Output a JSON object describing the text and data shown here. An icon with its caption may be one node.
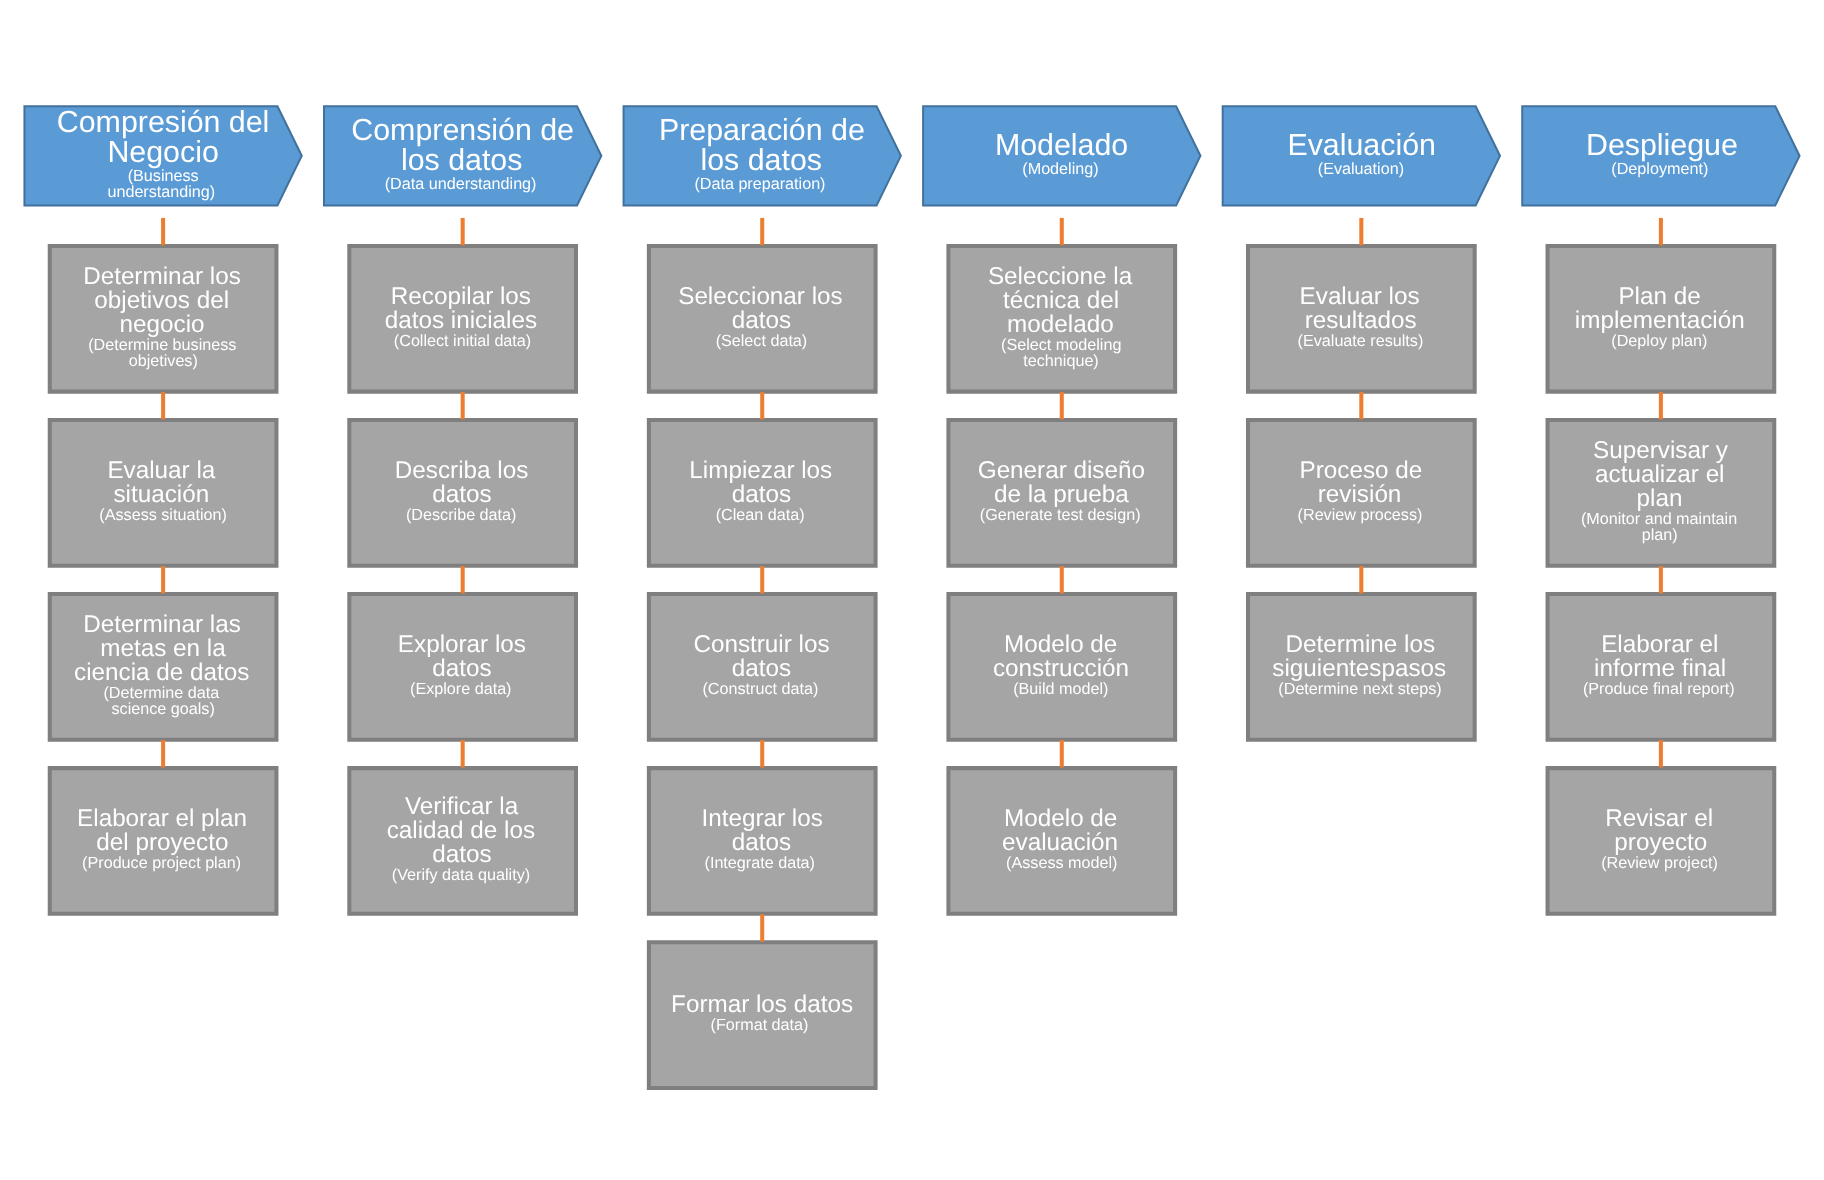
{
  "diagram": {
    "nodes": [
      {
        "text": [
          "Compresión del Negocio",
          "(Business understanding)"
        ]
      },
      {
        "text": [
          "Comprensión de los datos",
          "(Data understanding)"
        ]
      },
      {
        "text": [
          "Preparación de los datos",
          "(Data preparation)"
        ]
      },
      {
        "text": [
          "Modelado",
          "(Modeling)"
        ]
      },
      {
        "text": [
          "Evaluación",
          "(Evaluation)"
        ]
      },
      {
        "text": [
          "Despliegue",
          "(Deployment)"
        ]
      },
      {
        "text": [
          "Determinar los objetivos del negocio",
          "(Determine business objetives)"
        ]
      },
      {
        "text": [
          "Evaluar la situación",
          "(Assess situation)"
        ]
      },
      {
        "text": [
          "Determinar las metas en la ciencia de datos",
          "(Determine data science goals)"
        ]
      },
      {
        "text": [
          "Elaborar el plan del proyecto",
          "(Produce project plan)"
        ]
      },
      {
        "text": [
          "Recopilar los datos iniciales",
          "(Collect initial data)"
        ]
      },
      {
        "text": [
          "Describa los datos",
          "(Describe data)"
        ]
      },
      {
        "text": [
          "Explorar los datos",
          "(Explore data)"
        ]
      },
      {
        "text": [
          "Verificar la calidad de los datos",
          "(Verify data quality)"
        ]
      },
      {
        "text": [
          "Seleccionar los datos",
          "(Select data)"
        ]
      },
      {
        "text": [
          "Limpiezar los datos",
          "(Clean data)"
        ]
      },
      {
        "text": [
          "Construir los datos",
          "(Construct data)"
        ]
      },
      {
        "text": [
          "Integrar los datos",
          "(Integrate data)"
        ]
      },
      {
        "text": [
          "Formar los datos",
          "(Format data)"
        ]
      },
      {
        "text": [
          "Seleccione la técnica del modelado",
          "(Select modeling technique)"
        ]
      },
      {
        "text": [
          "Generar diseño de la prueba",
          "(Generate test design)"
        ]
      },
      {
        "text": [
          "Modelo de construcción",
          "(Build model)"
        ]
      },
      {
        "text": [
          "Modelo de evaluación",
          "(Assess model)"
        ]
      },
      {
        "text": [
          "Evaluar los resultados",
          "(Evaluate results)"
        ]
      },
      {
        "text": [
          "Proceso de revisión",
          "(Review process)"
        ]
      },
      {
        "text": [
          "Determine los siguientespasos",
          "(Determine next steps)"
        ]
      },
      {
        "text": [
          "Plan de implementación",
          "(Deploy plan)"
        ]
      },
      {
        "text": [
          "Supervisar y actualizar el plan",
          "(Monitor and maintain plan)"
        ]
      },
      {
        "text": [
          "Elaborar el informe final",
          "(Produce final report)"
        ]
      },
      {
        "text": [
          "Revisar el proyecto",
          "(Review project)"
        ]
      }
    ],
    "edges": [
      {
        "from": 0,
        "to": 6,
        "arrow": "none"
      },
      {
        "from": 6,
        "to": 7,
        "arrow": "none"
      },
      {
        "from": 7,
        "to": 8,
        "arrow": "none"
      },
      {
        "from": 8,
        "to": 9,
        "arrow": "none"
      },
      {
        "from": 1,
        "to": 10,
        "arrow": "none"
      },
      {
        "from": 10,
        "to": 11,
        "arrow": "none"
      },
      {
        "from": 11,
        "to": 12,
        "arrow": "none"
      },
      {
        "from": 12,
        "to": 13,
        "arrow": "none"
      },
      {
        "from": 2,
        "to": 14,
        "arrow": "none"
      },
      {
        "from": 14,
        "to": 15,
        "arrow": "none"
      },
      {
        "from": 15,
        "to": 16,
        "arrow": "none"
      },
      {
        "from": 16,
        "to": 17,
        "arrow": "none"
      },
      {
        "from": 17,
        "to": 18,
        "arrow": "none"
      },
      {
        "from": 3,
        "to": 19,
        "arrow": "none"
      },
      {
        "from": 19,
        "to": 20,
        "arrow": "none"
      },
      {
        "from": 20,
        "to": 21,
        "arrow": "none"
      },
      {
        "from": 21,
        "to": 22,
        "arrow": "none"
      },
      {
        "from": 4,
        "to": 23,
        "arrow": "none"
      },
      {
        "from": 23,
        "to": 24,
        "arrow": "none"
      },
      {
        "from": 24,
        "to": 25,
        "arrow": "none"
      },
      {
        "from": 5,
        "to": 26,
        "arrow": "none"
      },
      {
        "from": 26,
        "to": 27,
        "arrow": "none"
      },
      {
        "from": 27,
        "to": 28,
        "arrow": "none"
      },
      {
        "from": 28,
        "to": 29,
        "arrow": "none"
      }
    ]
  }
}
